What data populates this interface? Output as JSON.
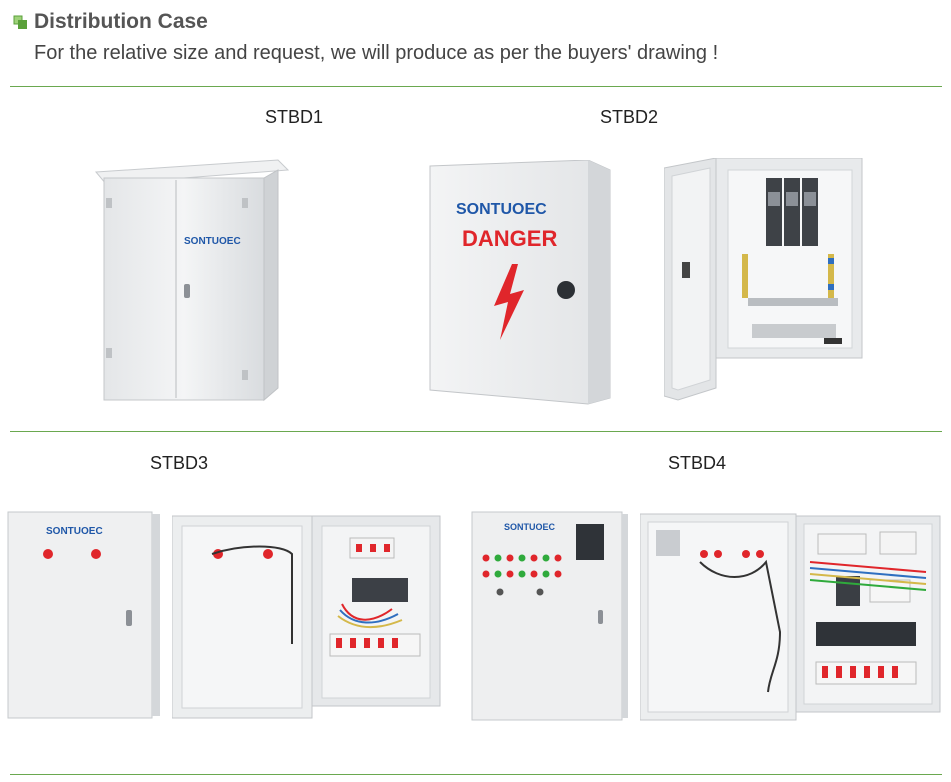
{
  "header": {
    "title": "Distribution Case",
    "subtitle": "For the relative size and request, we will produce as per the buyers' drawing !"
  },
  "products": [
    {
      "label": "STBD1"
    },
    {
      "label": "STBD2"
    },
    {
      "label": "STBD3"
    },
    {
      "label": "STBD4"
    }
  ],
  "cabinet_text": {
    "brand": "SONTUOEC",
    "danger": "DANGER"
  },
  "colors": {
    "accent_green": "#6aa84f",
    "brand_blue": "#1f57a8",
    "danger_red": "#e0262b"
  }
}
